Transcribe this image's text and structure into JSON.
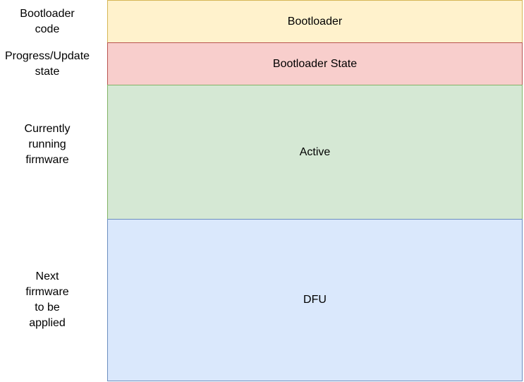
{
  "labels": [
    "Bootloader\ncode",
    "Progress/Update\nstate",
    "Currently\nrunning\nfirmware",
    "Next\nfirmware\nto be\napplied"
  ],
  "blocks": [
    {
      "text": "Bootloader",
      "fill": "#fff2cc",
      "stroke": "#d6b656"
    },
    {
      "text": "Bootloader State",
      "fill": "#f8cecc",
      "stroke": "#b85450"
    },
    {
      "text": "Active",
      "fill": "#d5e8d4",
      "stroke": "#82b366"
    },
    {
      "text": "DFU",
      "fill": "#dae8fc",
      "stroke": "#6c8ebf"
    }
  ]
}
